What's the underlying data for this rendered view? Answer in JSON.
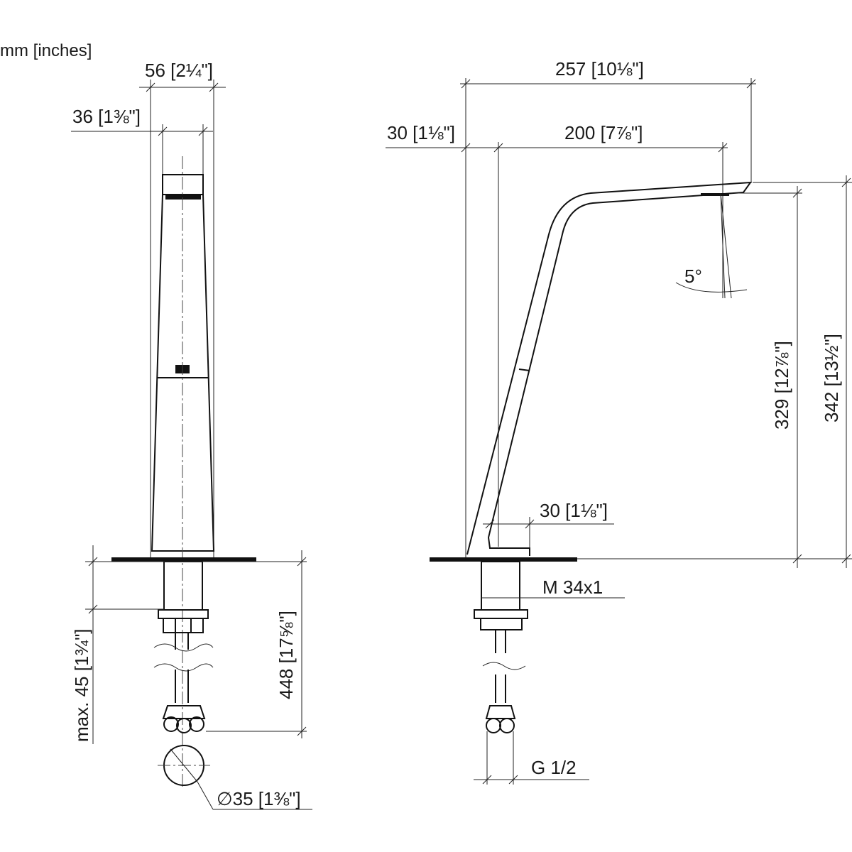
{
  "units_note": "mm [inches]",
  "front_view": {
    "dim_width_total": "56 [2¼\"]",
    "dim_width_top": "36 [1⅜\"]",
    "dim_max_thickness": "max. 45 [1¾\"]",
    "dim_depth_below": "448 [17⅝\"]",
    "dim_hole_diameter": "∅35 [1⅜\"]"
  },
  "side_view": {
    "dim_reach_total": "257 [10⅛\"]",
    "dim_reach_spout": "200 [7⅞\"]",
    "dim_offset": "30 [1⅛\"]",
    "dim_base": "30 [1⅛\"]",
    "dim_angle": "5°",
    "dim_height_outlet": "329 [12⅞\"]",
    "dim_height_total": "342 [13½\"]",
    "thread_label": "M 34x1",
    "connection_label": "G 1/2"
  }
}
